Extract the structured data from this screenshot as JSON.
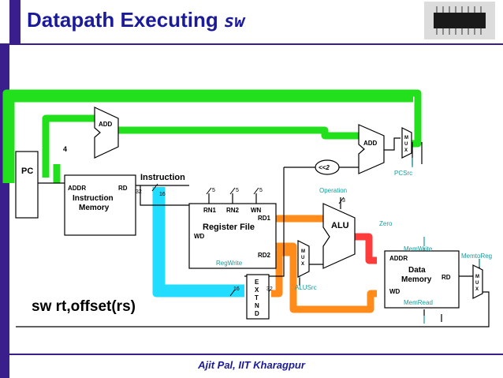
{
  "slide": {
    "title_main": "Datapath Executing",
    "title_code": "sw",
    "instruction_example": "sw rt,offset(rs)",
    "footer": "Ajit Pal, IIT Kharagpur"
  },
  "diagram": {
    "pc": "PC",
    "adder_pc": "ADD",
    "const_four": "4",
    "adder_branch": "ADD",
    "shift_left": "<<2",
    "instr_mem": {
      "addr": "ADDR",
      "rd": "RD",
      "title1": "Instruction",
      "title2": "Memory"
    },
    "instruction_label": "Instruction",
    "width_32": "32",
    "width_16": "16",
    "width_5a": "5",
    "width_5b": "5",
    "width_5c": "5",
    "regfile": {
      "rn1": "RN1",
      "rn2": "RN2",
      "wn": "WN",
      "rd1": "RD1",
      "rd2": "RD2",
      "wd": "WD",
      "title": "Register File"
    },
    "regwrite": "RegWrite",
    "extend_letters": [
      "E",
      "X",
      "T",
      "N",
      "D"
    ],
    "ext_in": "16",
    "ext_out": "32",
    "mux_letters": [
      "M",
      "U",
      "X"
    ],
    "alu": "ALU",
    "operation": "Operation",
    "op_width": "3",
    "zero": "Zero",
    "alusrc": "ALUSrc",
    "pcsrc": "PCSrc",
    "data_mem": {
      "addr": "ADDR",
      "rd": "RD",
      "wd": "WD",
      "title1": "Data",
      "title2": "Memory"
    },
    "memwrite": "MemWrite",
    "memread": "MemRead",
    "memtoreg": "MemtoReg",
    "highlight_colors": {
      "pc_update": "#22e01b",
      "immediate_path": "#22ddff",
      "register_data": "#ff8c1a",
      "alu_result": "#ff3c3c"
    },
    "control_color": "#1a9a9a"
  }
}
